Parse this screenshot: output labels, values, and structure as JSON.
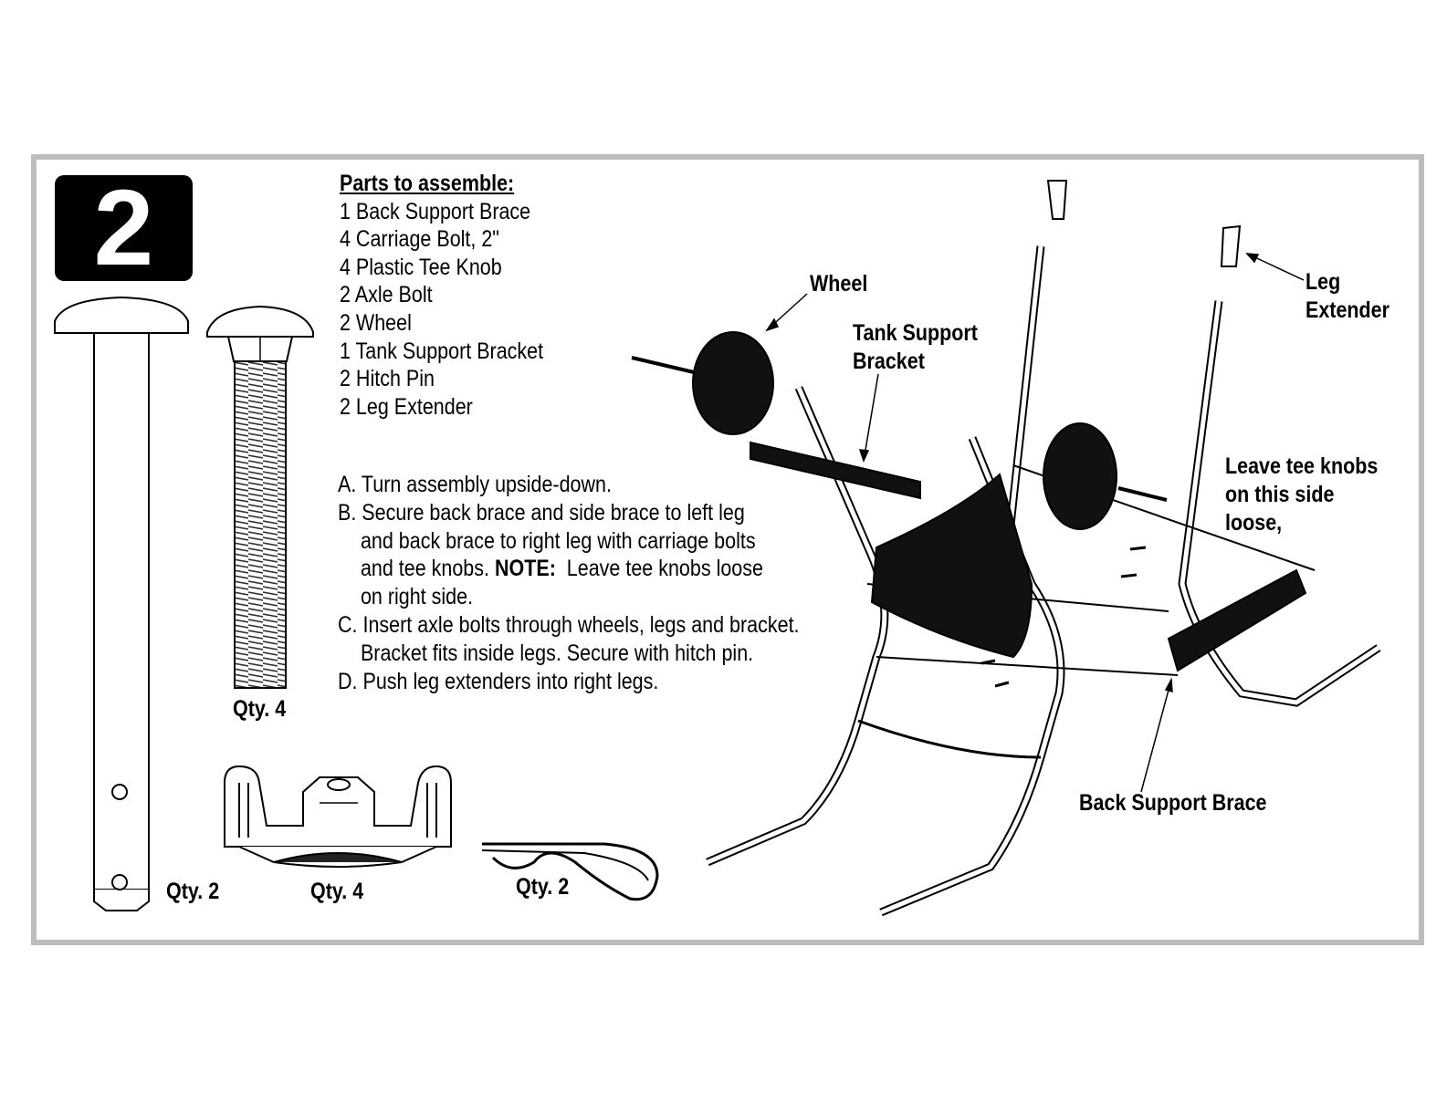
{
  "step_number": "2",
  "parts": {
    "title": "Parts to assemble:",
    "items": [
      "1 Back Support Brace",
      "4 Carriage Bolt, 2\"",
      "4 Plastic Tee Knob",
      "2 Axle Bolt",
      "2 Wheel",
      "1 Tank Support Bracket",
      "2 Hitch Pin",
      "2 Leg Extender"
    ]
  },
  "instructions": {
    "a": "A. Turn assembly upside-down.",
    "b1": "B. Secure back brace and side brace to left leg",
    "b2": "and back brace to right leg with carriage bolts",
    "b3_pre": "and tee knobs. ",
    "b3_note": "NOTE:",
    "b3_post": "  Leave tee knobs loose",
    "b4": "on right side.",
    "c1": "C. Insert axle bolts through wheels, legs and bracket.",
    "c2": "Bracket fits inside legs. Secure with hitch pin.",
    "d": "D. Push leg extenders into right legs."
  },
  "quantities": {
    "carriage_bolt": "Qty. 4",
    "axle_bolt": "Qty. 2",
    "tee_knob": "Qty. 4",
    "hitch_pin": "Qty. 2"
  },
  "callouts": {
    "wheel": "Wheel",
    "tank_support_1": "Tank Support",
    "tank_support_2": "Bracket",
    "leg_ext_1": "Leg",
    "leg_ext_2": "Extender",
    "loose_1": "Leave tee knobs",
    "loose_2": "on this side",
    "loose_3": "loose,",
    "back_brace": "Back Support Brace"
  }
}
